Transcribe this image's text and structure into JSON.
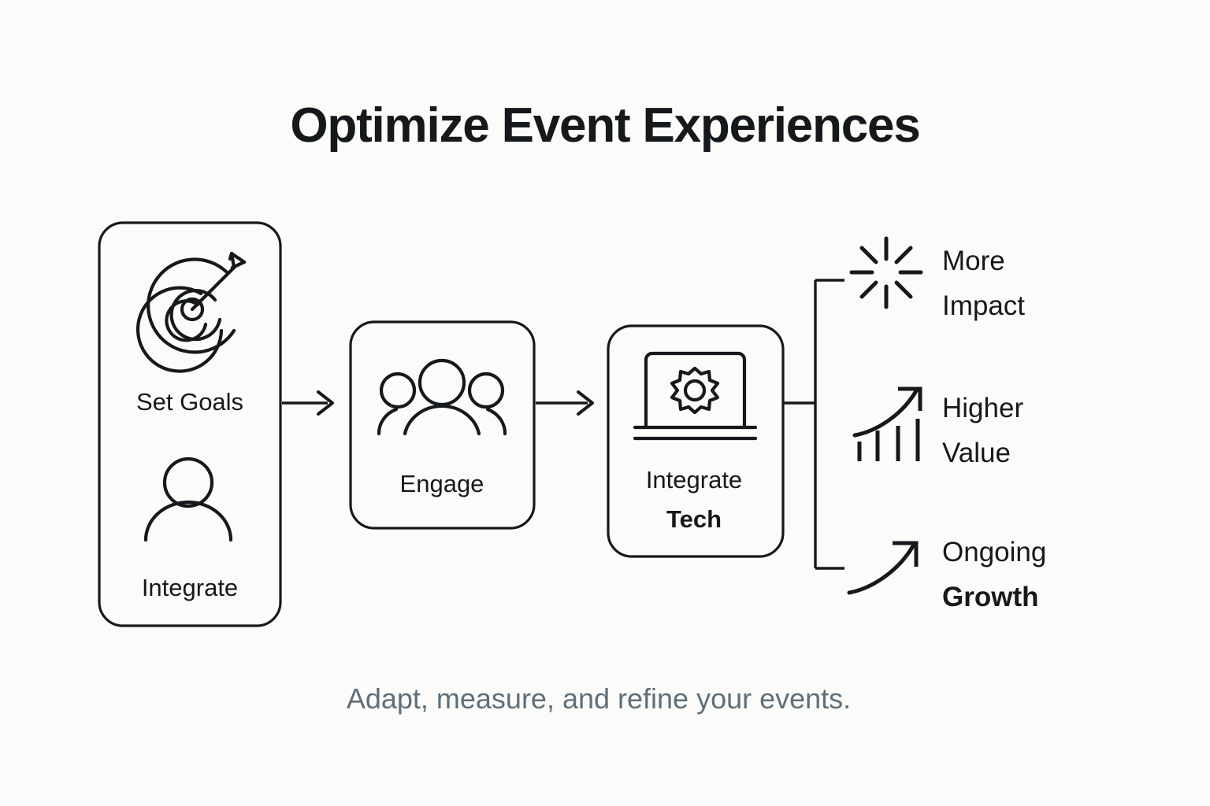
{
  "page": {
    "background": "#fbfbfa",
    "ink": "#16191c",
    "muted": "#5f6f78"
  },
  "title": "Optimize Event Experiences",
  "footer": "Adapt, measure, and refine your events.",
  "flow": {
    "stages": [
      {
        "id": "stage-inputs",
        "items": [
          {
            "label": "Set Goals",
            "icon": "target-arrow-icon",
            "weight": "regular"
          },
          {
            "label": "Integrate",
            "icon": "person-icon",
            "weight": "regular"
          }
        ]
      },
      {
        "id": "stage-engage",
        "items": [
          {
            "label": "Engage",
            "icon": "people-group-icon",
            "weight": "regular"
          }
        ]
      },
      {
        "id": "stage-tech",
        "items": [
          {
            "label_line1": "Integrate",
            "label_line2": "Tech",
            "icon": "laptop-gear-icon",
            "weight": "mixed"
          }
        ]
      }
    ],
    "connectors": [
      {
        "from": "stage-inputs",
        "to": "stage-engage",
        "type": "arrow"
      },
      {
        "from": "stage-engage",
        "to": "stage-tech",
        "type": "arrow"
      },
      {
        "from": "stage-tech",
        "to": "outcomes",
        "type": "bracket"
      }
    ]
  },
  "outcomes": [
    {
      "line1": "More",
      "line2": "Impact",
      "icon": "sparkle-burst-icon",
      "bold_line": 0
    },
    {
      "line1": "Higher",
      "line2": "Value",
      "icon": "growth-bars-icon",
      "bold_line": 0
    },
    {
      "line1": "Ongoing",
      "line2": "Growth",
      "icon": "rising-arrow-icon",
      "bold_line": 2
    }
  ]
}
